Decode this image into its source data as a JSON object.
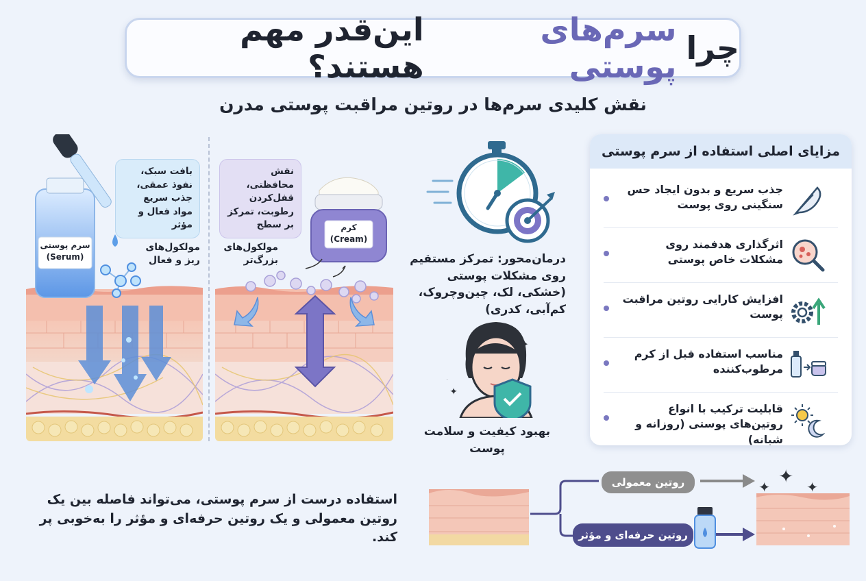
{
  "title": {
    "prefix": "چرا",
    "accent": "سرم‌های پوستی",
    "suffix": "این‌قدر مهم هستند؟"
  },
  "subtitle": "نقش کلیدی سرم‌ها در روتین مراقبت پوستی مدرن",
  "serum_panel": {
    "bubble": "بافت سبک، نفوذ عمقی، جذب سریع مواد فعال و مؤثر",
    "bottle_label_fa": "سرم پوستی",
    "bottle_label_en": "(Serum)",
    "molecules_label": "مولکول‌های ریز و فعال"
  },
  "cream_panel": {
    "bubble": "نقش محافظتی، قفل‌کردن رطوبت، تمرکز بر سطح",
    "jar_label_fa": "کرم",
    "jar_label_en": "(Cream)",
    "molecules_label": "مولکول‌های بزرگ‌تر"
  },
  "middle": {
    "targeted_text": "درمان‌محور: تمرکز مستقیم روی مشکلات پوستی (خشکی، لک، چین‌وچروک، کم‌آبی، کدری)",
    "health_text": "بهبود کیفیت و سلامت پوست"
  },
  "benefits": {
    "heading": "مزایای اصلی استفاده از سرم پوستی",
    "items": [
      {
        "text": "جذب سریع و بدون ایجاد حس سنگینی روی پوست",
        "icon": "feather-icon"
      },
      {
        "text": "اثرگذاری هدفمند روی مشکلات خاص پوستی",
        "icon": "magnifier-icon"
      },
      {
        "text": "افزایش کارایی روتین مراقبت پوست",
        "icon": "gear-arrow-icon"
      },
      {
        "text": "مناسب استفاده قبل از کرم مرطوب‌کننده",
        "icon": "serum-to-cream-icon"
      },
      {
        "text": "قابلیت ترکیب با انواع روتین‌های پوستی (روزانه و شبانه)",
        "icon": "sun-moon-icon"
      }
    ]
  },
  "bottom": {
    "text": "استفاده درست از سرم پوستی، می‌تواند فاصله بین یک روتین معمولی و یک روتین حرفه‌ای و مؤثر را به‌خوبی پر کند.",
    "normal_label": "روتین معمولی",
    "pro_label": "روتین حرفه‌ای و مؤثر"
  },
  "colors": {
    "accent": "#6a68b6",
    "serum_blue": "#4f8fe0",
    "cream_purple": "#7b72c4",
    "benefits_head": "#dde9f8"
  }
}
